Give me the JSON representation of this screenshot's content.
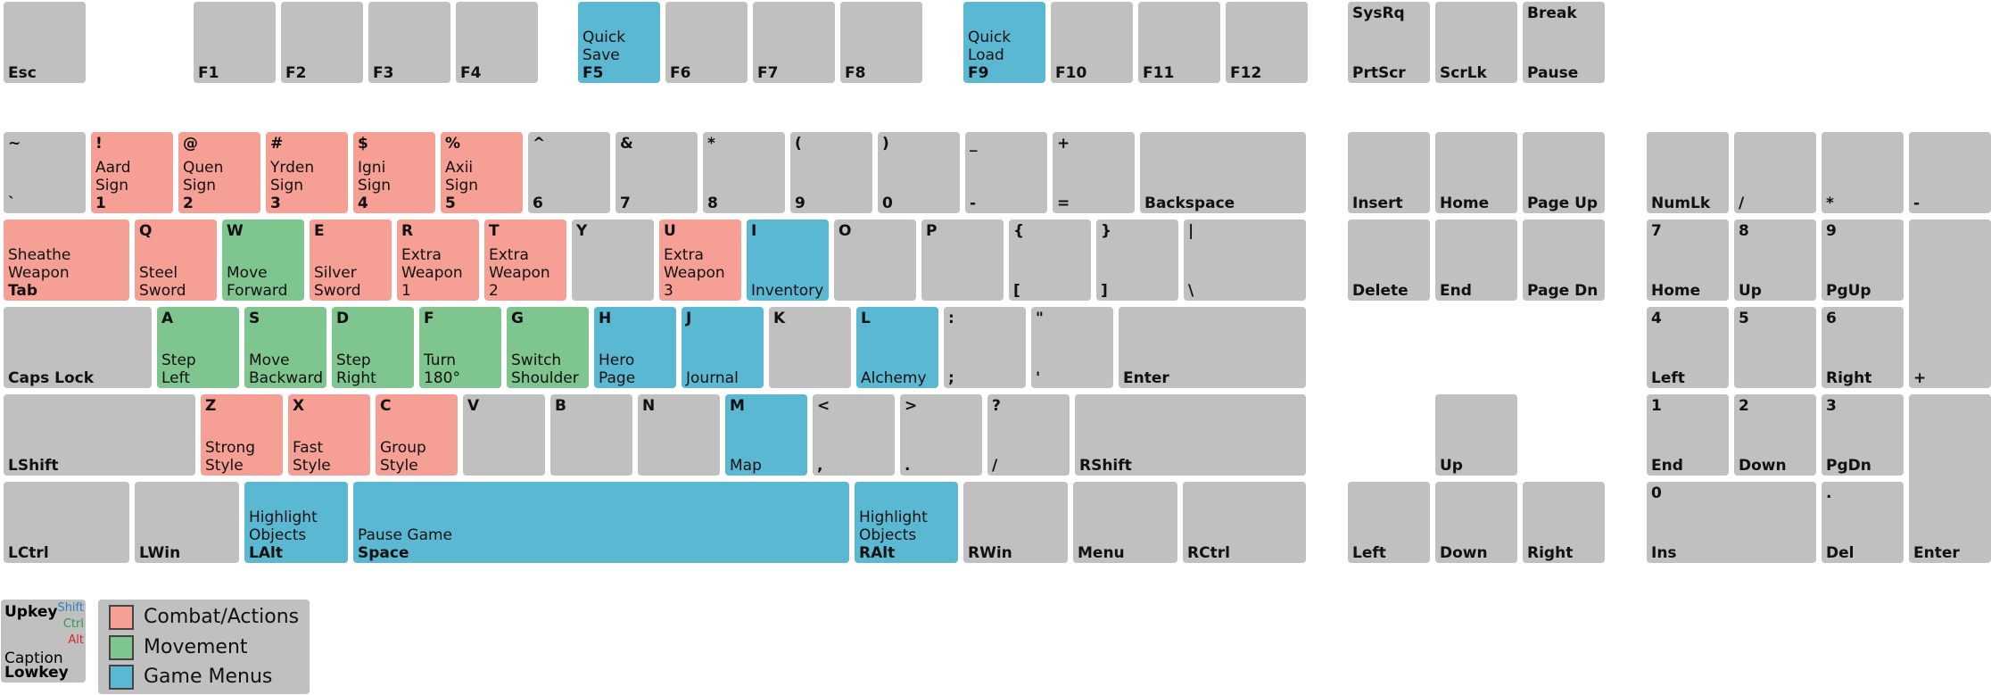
{
  "colors": {
    "key": "#c0c0c0",
    "combat": "#f6a095",
    "movement": "#7fc58f",
    "menus": "#5bb8d2"
  },
  "keys": [
    {
      "id": "esc",
      "low": "Esc"
    },
    {
      "id": "f1",
      "low": "F1"
    },
    {
      "id": "f2",
      "low": "F2"
    },
    {
      "id": "f3",
      "low": "F3"
    },
    {
      "id": "f4",
      "low": "F4"
    },
    {
      "id": "f5",
      "low": "F5",
      "caption": "Quick\nSave",
      "cat": "menus"
    },
    {
      "id": "f6",
      "low": "F6"
    },
    {
      "id": "f7",
      "low": "F7"
    },
    {
      "id": "f8",
      "low": "F8"
    },
    {
      "id": "f9",
      "low": "F9",
      "caption": "Quick\nLoad",
      "cat": "menus"
    },
    {
      "id": "f10",
      "low": "F10"
    },
    {
      "id": "f11",
      "low": "F11"
    },
    {
      "id": "f12",
      "low": "F12"
    },
    {
      "id": "prtscr",
      "up": "SysRq",
      "low": "PrtScr"
    },
    {
      "id": "scrlk",
      "low": "ScrLk"
    },
    {
      "id": "pause",
      "up": "Break",
      "low": "Pause"
    },
    {
      "id": "tilde",
      "up": "~",
      "low": "`"
    },
    {
      "id": "1",
      "up": "!",
      "caption": "Aard\nSign",
      "low": "1",
      "cat": "combat"
    },
    {
      "id": "2",
      "up": "@",
      "caption": "Quen\nSign",
      "low": "2",
      "cat": "combat"
    },
    {
      "id": "3",
      "up": "#",
      "caption": "Yrden\nSign",
      "low": "3",
      "cat": "combat"
    },
    {
      "id": "4",
      "up": "$",
      "caption": "Igni\nSign",
      "low": "4",
      "cat": "combat"
    },
    {
      "id": "5",
      "up": "%",
      "caption": "Axii\nSign",
      "low": "5",
      "cat": "combat"
    },
    {
      "id": "6",
      "up": "^",
      "low": "6"
    },
    {
      "id": "7",
      "up": "&",
      "low": "7"
    },
    {
      "id": "8",
      "up": "*",
      "low": "8"
    },
    {
      "id": "9",
      "up": "(",
      "low": "9"
    },
    {
      "id": "0",
      "up": ")",
      "low": "0"
    },
    {
      "id": "minus",
      "up": "_",
      "low": "-"
    },
    {
      "id": "equals",
      "up": "+",
      "low": "="
    },
    {
      "id": "backspace",
      "low": "Backspace"
    },
    {
      "id": "insert",
      "low": "Insert"
    },
    {
      "id": "home",
      "low": "Home"
    },
    {
      "id": "pageup",
      "low": "Page Up"
    },
    {
      "id": "numlk",
      "low": "NumLk"
    },
    {
      "id": "np-div",
      "low": "/"
    },
    {
      "id": "np-mul",
      "low": "*"
    },
    {
      "id": "np-sub",
      "low": "-"
    },
    {
      "id": "tab",
      "caption": "Sheathe\nWeapon",
      "low": "Tab",
      "cat": "combat"
    },
    {
      "id": "q",
      "up": "Q",
      "caption": "Steel\nSword",
      "cat": "combat"
    },
    {
      "id": "w",
      "up": "W",
      "caption": "Move\nForward",
      "cat": "movement"
    },
    {
      "id": "e",
      "up": "E",
      "caption": "Silver\nSword",
      "cat": "combat"
    },
    {
      "id": "r",
      "up": "R",
      "caption": "Extra\nWeapon 1",
      "cat": "combat"
    },
    {
      "id": "t",
      "up": "T",
      "caption": "Extra\nWeapon 2",
      "cat": "combat"
    },
    {
      "id": "y",
      "up": "Y"
    },
    {
      "id": "u",
      "up": "U",
      "caption": "Extra\nWeapon 3",
      "cat": "combat"
    },
    {
      "id": "i",
      "up": "I",
      "caption": "Inventory",
      "cat": "menus"
    },
    {
      "id": "o",
      "up": "O"
    },
    {
      "id": "p",
      "up": "P"
    },
    {
      "id": "lbracket",
      "up": "{",
      "low": "["
    },
    {
      "id": "rbracket",
      "up": "}",
      "low": "]"
    },
    {
      "id": "backslash",
      "up": "|",
      "low": "\\"
    },
    {
      "id": "delete",
      "low": "Delete"
    },
    {
      "id": "end",
      "low": "End"
    },
    {
      "id": "pagedn",
      "low": "Page Dn"
    },
    {
      "id": "np7",
      "up": "7",
      "low": "Home"
    },
    {
      "id": "np8",
      "up": "8",
      "low": "Up"
    },
    {
      "id": "np9",
      "up": "9",
      "low": "PgUp"
    },
    {
      "id": "np-add",
      "low": "+"
    },
    {
      "id": "capslock",
      "low": "Caps Lock"
    },
    {
      "id": "a",
      "up": "A",
      "caption": "Step\nLeft",
      "cat": "movement"
    },
    {
      "id": "s",
      "up": "S",
      "caption": "Move\nBackward",
      "cat": "movement"
    },
    {
      "id": "d",
      "up": "D",
      "caption": "Step\nRight",
      "cat": "movement"
    },
    {
      "id": "f",
      "up": "F",
      "caption": "Turn\n180°",
      "cat": "movement"
    },
    {
      "id": "g",
      "up": "G",
      "caption": "Switch\nShoulder",
      "cat": "movement"
    },
    {
      "id": "h",
      "up": "H",
      "caption": "Hero\nPage",
      "cat": "menus"
    },
    {
      "id": "j",
      "up": "J",
      "caption": "Journal",
      "cat": "menus"
    },
    {
      "id": "k",
      "up": "K"
    },
    {
      "id": "l",
      "up": "L",
      "caption": "Alchemy",
      "cat": "menus"
    },
    {
      "id": "semicolon",
      "up": ":",
      "low": ";"
    },
    {
      "id": "quote",
      "up": "\"",
      "low": "'"
    },
    {
      "id": "enter",
      "low": "Enter"
    },
    {
      "id": "np4",
      "up": "4",
      "low": "Left"
    },
    {
      "id": "np5",
      "up": "5"
    },
    {
      "id": "np6",
      "up": "6",
      "low": "Right"
    },
    {
      "id": "lshift",
      "low": "LShift"
    },
    {
      "id": "z",
      "up": "Z",
      "caption": "Strong\nStyle",
      "cat": "combat"
    },
    {
      "id": "x",
      "up": "X",
      "caption": "Fast\nStyle",
      "cat": "combat"
    },
    {
      "id": "c",
      "up": "C",
      "caption": "Group\nStyle",
      "cat": "combat"
    },
    {
      "id": "v",
      "up": "V"
    },
    {
      "id": "b",
      "up": "B"
    },
    {
      "id": "n",
      "up": "N"
    },
    {
      "id": "m",
      "up": "M",
      "caption": "Map",
      "cat": "menus"
    },
    {
      "id": "comma",
      "up": "<",
      "low": ","
    },
    {
      "id": "period",
      "up": ">",
      "low": "."
    },
    {
      "id": "slash",
      "up": "?",
      "low": "/"
    },
    {
      "id": "rshift",
      "low": "RShift"
    },
    {
      "id": "up",
      "low": "Up"
    },
    {
      "id": "np1",
      "up": "1",
      "low": "End"
    },
    {
      "id": "np2",
      "up": "2",
      "low": "Down"
    },
    {
      "id": "np3",
      "up": "3",
      "low": "PgDn"
    },
    {
      "id": "np-enter",
      "low": "Enter"
    },
    {
      "id": "lctrl",
      "low": "LCtrl"
    },
    {
      "id": "lwin",
      "low": "LWin"
    },
    {
      "id": "lalt",
      "caption": "Highlight\nObjects",
      "low": "LAlt",
      "cat": "menus"
    },
    {
      "id": "space",
      "caption": "Pause Game",
      "low": "Space",
      "cat": "menus"
    },
    {
      "id": "ralt",
      "caption": "Highlight\nObjects",
      "low": "RAlt",
      "cat": "menus"
    },
    {
      "id": "rwin",
      "low": "RWin"
    },
    {
      "id": "menu",
      "low": "Menu"
    },
    {
      "id": "rctrl",
      "low": "RCtrl"
    },
    {
      "id": "left",
      "low": "Left"
    },
    {
      "id": "down",
      "low": "Down"
    },
    {
      "id": "right",
      "low": "Right"
    },
    {
      "id": "np0",
      "up": "0",
      "low": "Ins"
    },
    {
      "id": "np-dec",
      "up": ".",
      "low": "Del"
    }
  ],
  "legend": {
    "help": {
      "upkey": "Upkey",
      "shift": "Shift",
      "ctrl": "Ctrl",
      "alt": "Alt",
      "caption": "Caption",
      "lowkey": "Lowkey"
    },
    "items": [
      {
        "label": "Combat/Actions",
        "cat": "combat"
      },
      {
        "label": "Movement",
        "cat": "movement"
      },
      {
        "label": "Game Menus",
        "cat": "menus"
      }
    ]
  }
}
